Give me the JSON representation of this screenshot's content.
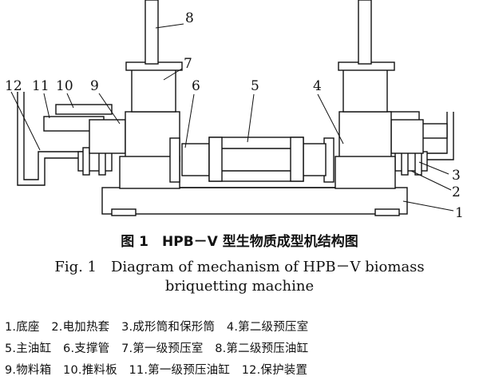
{
  "callouts": [
    "1",
    "2",
    "3",
    "4",
    "5",
    "6",
    "7",
    "8",
    "9",
    "10",
    "11",
    "12"
  ],
  "caption": {
    "zh": "图 1　HPB－V 型生物质成型机结构图",
    "en_line1": "Fig. 1　Diagram of mechanism of HPB－V biomass",
    "en_line2": "briquetting machine"
  },
  "legend": [
    "1.底座　2.电加热套　3.成形筒和保形筒　4.第二级预压室",
    "5.主油缸　6.支撑管　7.第一级预压室　8.第二级预压油缸",
    "9.物料箱　10.推料板　11.第一级预压油缸　12.保护装置"
  ]
}
